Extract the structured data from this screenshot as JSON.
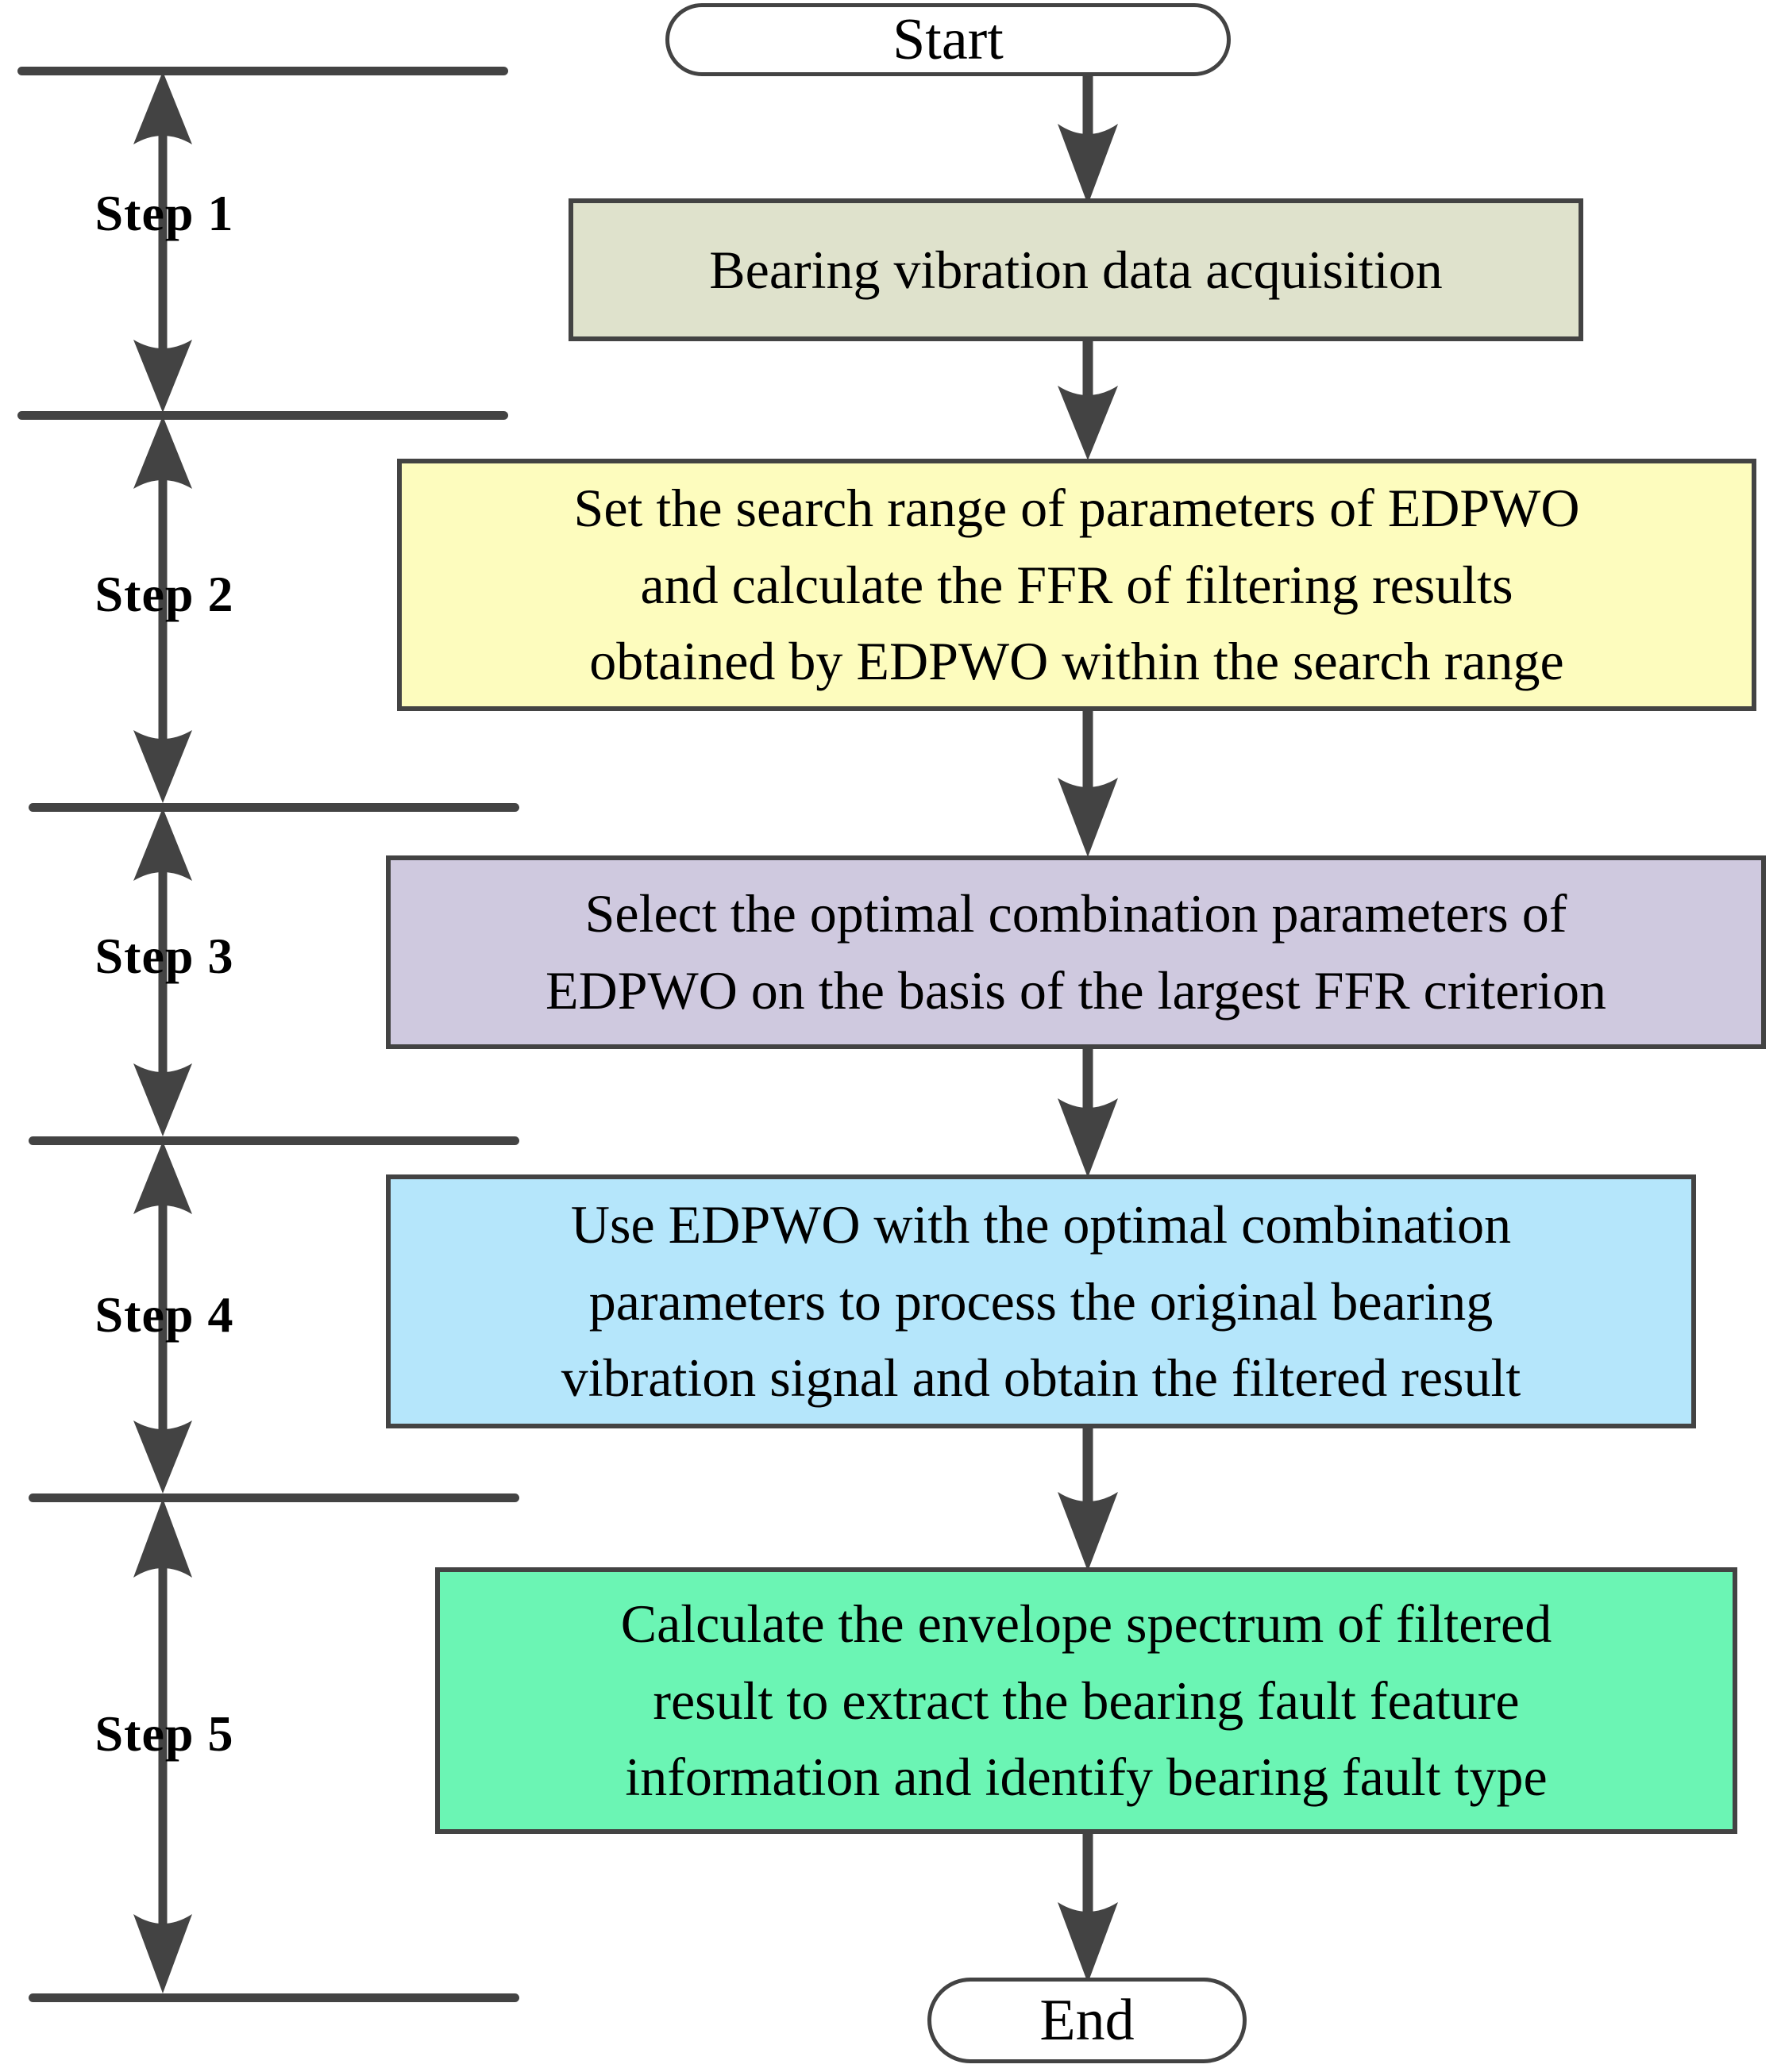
{
  "diagram": {
    "title": "EDPWO bearing fault diagnosis procedure flowchart",
    "type": "flowchart",
    "colors": {
      "line": "#434343",
      "text": "#000000",
      "background": "#ffffff",
      "box_acquisition": "#dfe2cc",
      "box_search_range": "#fdfcbe",
      "box_select_optimal": "#cfc9df",
      "box_use_edpwo": "#b5e6fb",
      "box_envelope": "#6bf5b4",
      "terminator_fill": "#ffffff"
    }
  },
  "steps": [
    {
      "id": "step-1",
      "label": "Step 1"
    },
    {
      "id": "step-2",
      "label": "Step 2"
    },
    {
      "id": "step-3",
      "label": "Step 3"
    },
    {
      "id": "step-4",
      "label": "Step 4"
    },
    {
      "id": "step-5",
      "label": "Step 5"
    }
  ],
  "nodes": {
    "start": {
      "label": "Start",
      "shape": "terminator"
    },
    "end": {
      "label": "End",
      "shape": "terminator"
    },
    "acquisition": {
      "shape": "process",
      "lines": [
        "Bearing vibration data acquisition"
      ]
    },
    "search_range": {
      "shape": "process",
      "lines": [
        "Set the search range of parameters of EDPWO",
        "and calculate the FFR of filtering results",
        "obtained by EDPWO within the search range"
      ]
    },
    "select_optimal": {
      "shape": "process",
      "lines": [
        "Select the optimal combination parameters of",
        "EDPWO on the basis of the largest FFR criterion"
      ]
    },
    "use_edpwo": {
      "shape": "process",
      "lines": [
        "Use EDPWO with the optimal combination",
        "parameters to process the original bearing",
        "vibration signal and obtain the filtered result"
      ]
    },
    "envelope": {
      "shape": "process",
      "lines": [
        "Calculate the envelope spectrum of filtered",
        "result to extract the bearing fault feature",
        "information and identify bearing fault type"
      ]
    }
  },
  "edges": [
    {
      "from": "start",
      "to": "acquisition"
    },
    {
      "from": "acquisition",
      "to": "search_range"
    },
    {
      "from": "search_range",
      "to": "select_optimal"
    },
    {
      "from": "select_optimal",
      "to": "use_edpwo"
    },
    {
      "from": "use_edpwo",
      "to": "envelope"
    },
    {
      "from": "envelope",
      "to": "end"
    }
  ]
}
